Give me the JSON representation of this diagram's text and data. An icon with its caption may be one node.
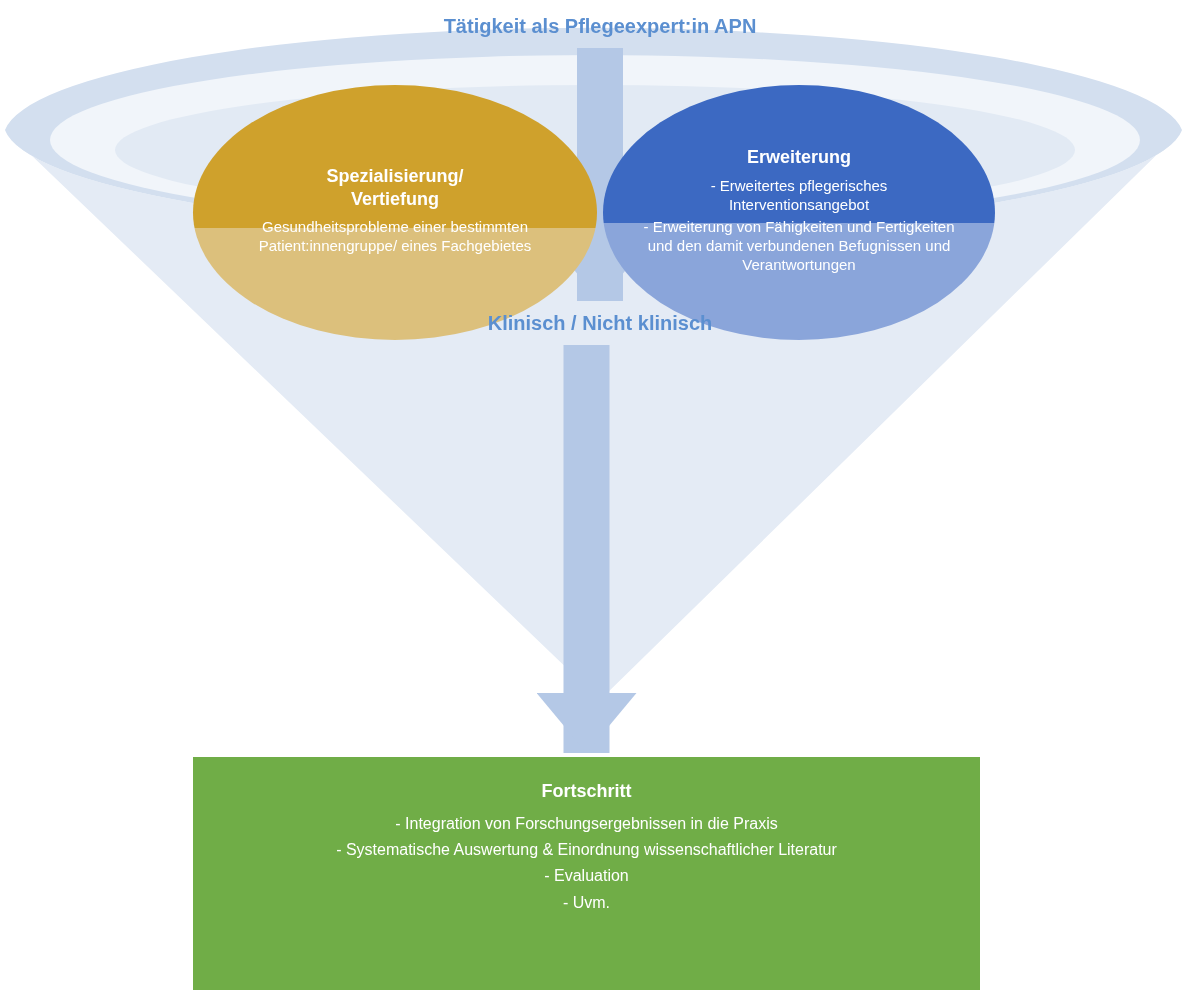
{
  "diagram": {
    "nodes": [
      {
        "text": [
          "Tätigkeit als Pflegeexpert:in APN"
        ]
      },
      {
        "text": [
          "Spezialisierung/ Vertiefung",
          "Gesundheitsprobleme einer bestimmten Patient:innengruppe/ eines Fachgebietes"
        ]
      },
      {
        "text": [
          "Erweiterung",
          "- Erweitertes pflegerisches Interventionsangebot",
          "- Erweiterung von Fähigkeiten und Fertigkeiten und den damit verbundenen Befugnissen und Verantwortungen"
        ]
      },
      {
        "text": [
          "Klinisch / Nicht klinisch"
        ]
      },
      {
        "text": [
          "Fortschritt",
          "- Integration von Forschungsergebnissen in die Praxis",
          "- Systematische Auswertung & Einordnung wissenschaftlicher Literatur",
          "- Evaluation",
          "-  Uvm."
        ]
      }
    ],
    "edges": [
      {
        "from": 0,
        "to": 3,
        "arrow": "to"
      },
      {
        "from": 3,
        "to": 4,
        "arrow": "to"
      }
    ]
  }
}
